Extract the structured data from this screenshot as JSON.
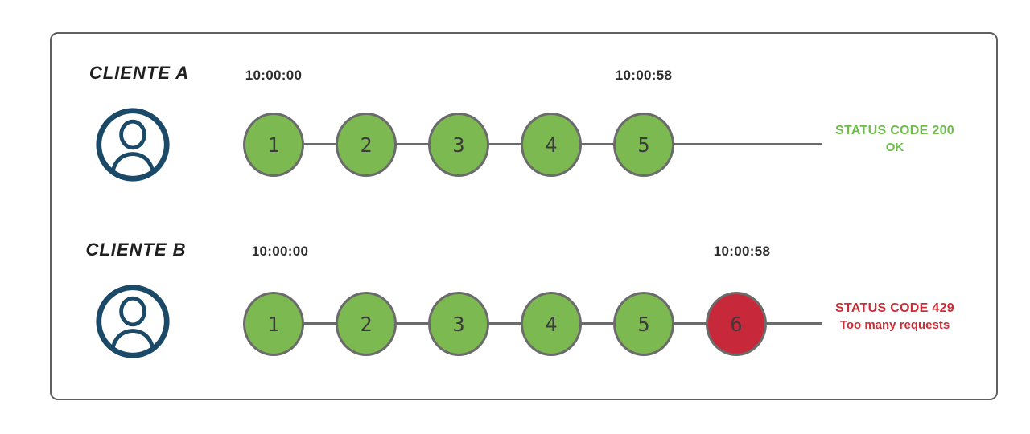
{
  "colors": {
    "success_green": "#7CB950",
    "error_red": "#C8293A",
    "circle_border": "#6B6B6B",
    "timeline_line": "#6B6B6B",
    "status_ok_text": "#6CBE48",
    "status_error_text": "#CE2B37",
    "icon_navy": "#1B4A68",
    "frame_border": "#606060",
    "timestamp_text": "#2D2D2D",
    "label_text": "#1F1F1F"
  },
  "rows": [
    {
      "client_label": "CLIENTE A",
      "user_icon": "user-avatar-icon",
      "start_time": "10:00:00",
      "end_time": "10:00:58",
      "requests": [
        {
          "label": "1",
          "status": "ok"
        },
        {
          "label": "2",
          "status": "ok"
        },
        {
          "label": "3",
          "status": "ok"
        },
        {
          "label": "4",
          "status": "ok"
        },
        {
          "label": "5",
          "status": "ok"
        }
      ],
      "status": {
        "line1": "STATUS CODE 200",
        "line2": "OK",
        "type": "success"
      }
    },
    {
      "client_label": "CLIENTE B",
      "user_icon": "user-avatar-icon",
      "start_time": "10:00:00",
      "end_time": "10:00:58",
      "requests": [
        {
          "label": "1",
          "status": "ok"
        },
        {
          "label": "2",
          "status": "ok"
        },
        {
          "label": "3",
          "status": "ok"
        },
        {
          "label": "4",
          "status": "ok"
        },
        {
          "label": "5",
          "status": "ok"
        },
        {
          "label": "6",
          "status": "rate_limited"
        }
      ],
      "status": {
        "line1": "STATUS CODE 429",
        "line2": "Too many requests",
        "type": "error"
      }
    }
  ]
}
